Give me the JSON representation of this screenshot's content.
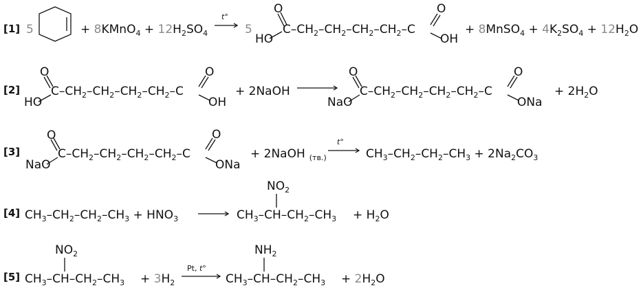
{
  "colors": {
    "ink": "#111111",
    "coefficient_gray": "#8a8a8a",
    "background": "#ffffff"
  },
  "reactions": [
    {
      "label": "[1]",
      "reactants": [
        "5",
        "cyclohexene",
        "+ 8KMnO4",
        "+ 12H2SO4"
      ],
      "condition": "t°",
      "products": [
        "5",
        "HOOC–CH2–CH2–CH2–CH2–COOH",
        "+ 8MnSO4",
        "+ 4K2SO4",
        "+ 12H2O"
      ]
    },
    {
      "label": "[2]",
      "reactants": [
        "HOOC–CH2–CH2–CH2–CH2–COOH",
        "+ 2NaOH"
      ],
      "condition": "",
      "products": [
        "NaOOC–CH2–CH2–CH2–CH2–COONa",
        "+ 2H2O"
      ]
    },
    {
      "label": "[3]",
      "reactants": [
        "NaOOC–CH2–CH2–CH2–CH2–COONa",
        "+ 2NaOH (тв.)"
      ],
      "condition": "t°",
      "products": [
        "CH3–CH2–CH2–CH3",
        "+ 2Na2CO3"
      ]
    },
    {
      "label": "[4]",
      "reactants": [
        "CH3–CH2–CH2–CH3",
        "+ HNO3"
      ],
      "condition": "",
      "products": [
        "CH3–CH(NO2)–CH2–CH3",
        "+ H2O"
      ]
    },
    {
      "label": "[5]",
      "reactants": [
        "CH3–CH(NO2)–CH2–CH3",
        "+ 3H2"
      ],
      "condition": "Pt, t°",
      "products": [
        "CH3–CH(NH2)–CH2–CH3",
        "+ 2H2O"
      ]
    }
  ]
}
